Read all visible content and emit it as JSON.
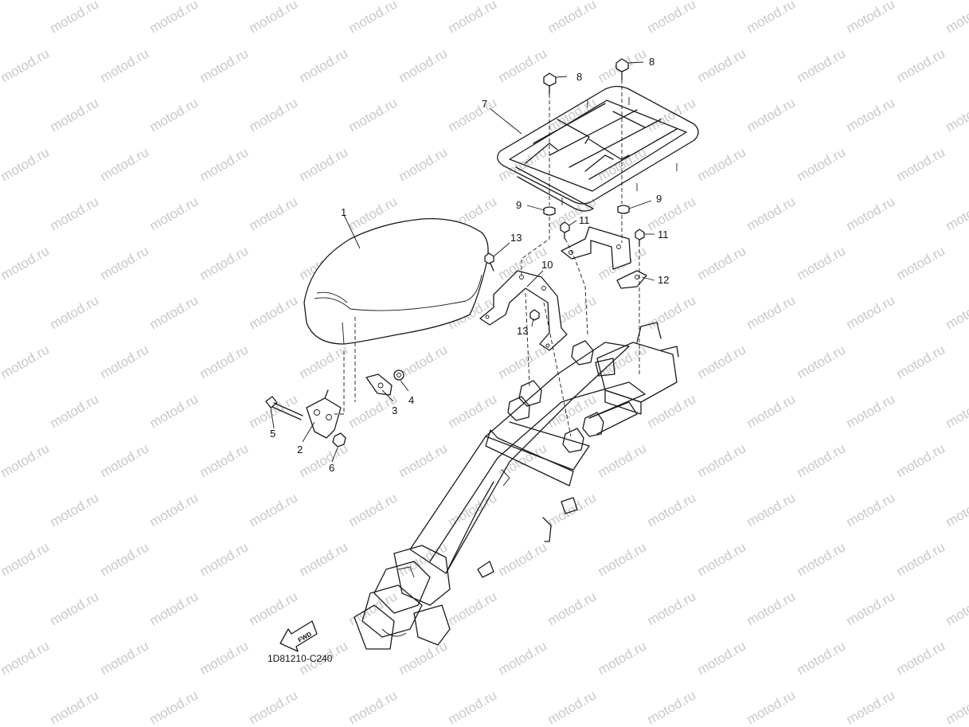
{
  "watermark": "motod.ru",
  "diagram_code": "1D81210-C240",
  "fwd_label": "FWD",
  "callouts": [
    {
      "id": "c1",
      "label": "1"
    },
    {
      "id": "c2",
      "label": "2"
    },
    {
      "id": "c3",
      "label": "3"
    },
    {
      "id": "c4",
      "label": "4"
    },
    {
      "id": "c5",
      "label": "5"
    },
    {
      "id": "c6",
      "label": "6"
    },
    {
      "id": "c7",
      "label": "7"
    },
    {
      "id": "c8a",
      "label": "8"
    },
    {
      "id": "c8b",
      "label": "8"
    },
    {
      "id": "c9a",
      "label": "9"
    },
    {
      "id": "c9b",
      "label": "9"
    },
    {
      "id": "c10",
      "label": "10"
    },
    {
      "id": "c11a",
      "label": "11"
    },
    {
      "id": "c11b",
      "label": "11"
    },
    {
      "id": "c12",
      "label": "12"
    },
    {
      "id": "c13a",
      "label": "13"
    },
    {
      "id": "c13b",
      "label": "13"
    }
  ]
}
